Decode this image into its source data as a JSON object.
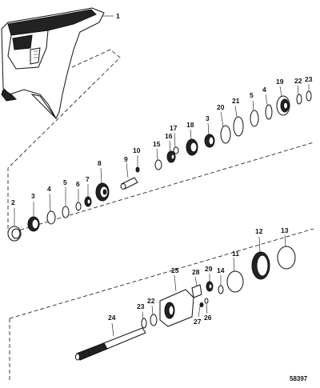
{
  "figure_id": "58397",
  "callouts": {
    "c1": "1",
    "c2": "2",
    "c3a": "3",
    "c4a": "4",
    "c5a": "5",
    "c6": "6",
    "c7": "7",
    "c8": "8",
    "c9": "9",
    "c10": "10",
    "c15": "15",
    "c16": "16",
    "c17": "17",
    "c18": "18",
    "c3b": "3",
    "c20": "20",
    "c21": "21",
    "c5b": "5",
    "c4b": "4",
    "c19": "19",
    "c22a": "22",
    "c23a": "23",
    "c11": "11",
    "c12": "12",
    "c13": "13",
    "c14": "14",
    "c29": "29",
    "c28": "28",
    "c25": "25",
    "c27": "27",
    "c26": "26",
    "c22b": "22",
    "c23b": "23",
    "c24": "24"
  }
}
